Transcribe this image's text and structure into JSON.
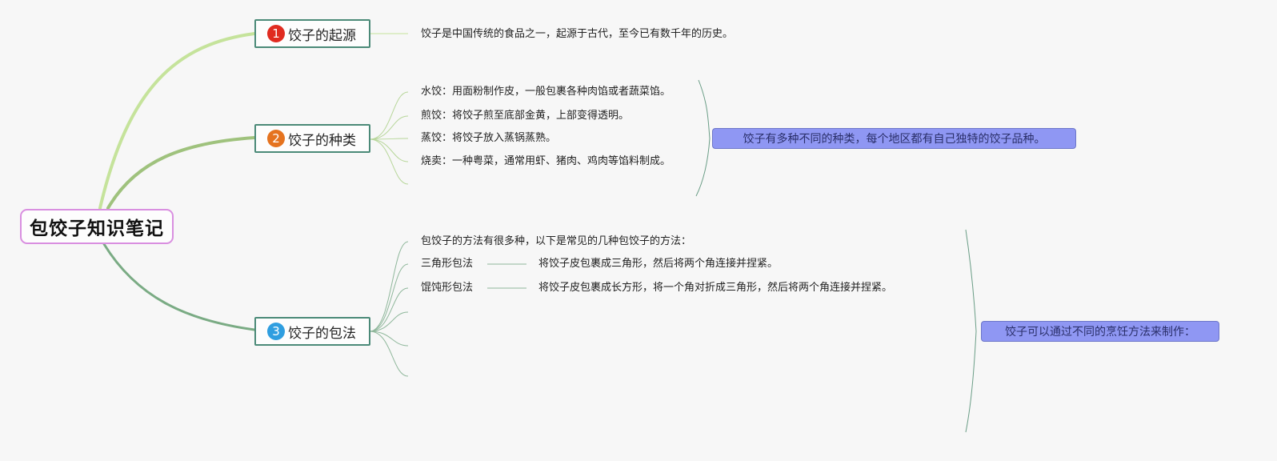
{
  "root": {
    "title": "包饺子知识笔记"
  },
  "topics": [
    {
      "number": "1",
      "label": "饺子的起源",
      "badge_color": "#e02b20"
    },
    {
      "number": "2",
      "label": "饺子的种类",
      "badge_color": "#e5731f"
    },
    {
      "number": "3",
      "label": "饺子的包法",
      "badge_color": "#2f9ee0"
    }
  ],
  "origin": {
    "text": "饺子是中国传统的食品之一，起源于古代，至今已有数千年的历史。"
  },
  "types": {
    "items": [
      "水饺：用面粉制作皮，一般包裹各种肉馅或者蔬菜馅。",
      "煎饺：将饺子煎至底部金黄，上部变得透明。",
      "蒸饺：将饺子放入蒸锅蒸熟。",
      "烧卖：一种粤菜，通常用虾、猪肉、鸡肉等馅料制成。"
    ],
    "summary": "饺子有多种不同的种类，每个地区都有自己独特的饺子品种。"
  },
  "methods": {
    "intro": "包饺子的方法有很多种，以下是常见的几种包饺子的方法：",
    "items": [
      {
        "name": "三角形包法",
        "detail": "将饺子皮包裹成三角形，然后将两个角连接并捏紧。"
      },
      {
        "name": "馄饨形包法",
        "detail": "将饺子皮包裹成长方形，将一个角对折成三角形，然后将两个角连接并捏紧。"
      }
    ],
    "summary": "饺子可以通过不同的烹饪方法来制作："
  },
  "colors": {
    "branch_1": "#c5e39b",
    "branch_2": "#9fc27d",
    "branch_3": "#7aab84",
    "summary_fill": "#8f97f3"
  }
}
